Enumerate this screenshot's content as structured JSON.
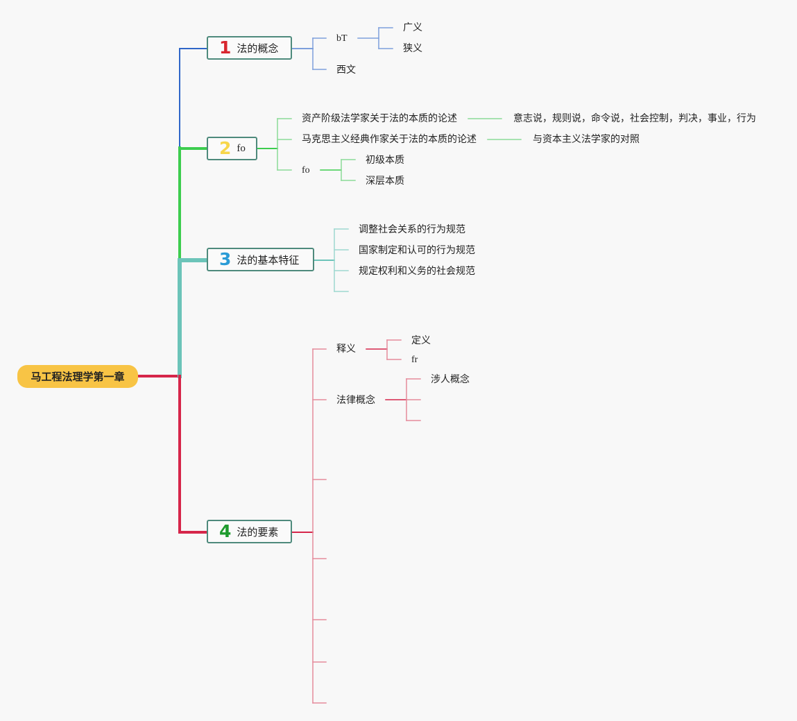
{
  "root": {
    "label": "马工程法理学第一章"
  },
  "topics": [
    {
      "num": "1",
      "num_color": "#d8262e",
      "label": "法的概念",
      "line_color": "#2f66c8",
      "branch_color": "#7d9fdc",
      "children": [
        {
          "label": "bT",
          "children": [
            {
              "label": "广义"
            },
            {
              "label": "狭义"
            }
          ]
        },
        {
          "label": "西文"
        }
      ]
    },
    {
      "num": "2",
      "num_color": "#f7d64a",
      "label": "fo",
      "line_color": "#3dcd4f",
      "branch_color": "#8bdb97",
      "children": [
        {
          "label": "资产阶级法学家关于法的本质的论述",
          "children": [
            {
              "label": "意志说，规则说，命令说，社会控制，判决，事业，行为"
            }
          ]
        },
        {
          "label": "马克思主义经典作家关于法的本质的论述",
          "children": [
            {
              "label": "与资本主义法学家的对照"
            }
          ]
        },
        {
          "label": "fo",
          "children": [
            {
              "label": "初级本质"
            },
            {
              "label": "深层本质"
            }
          ]
        }
      ]
    },
    {
      "num": "3",
      "num_color": "#2a9bd6",
      "label": "法的基本特征",
      "line_color": "#6cc4b9",
      "branch_color": "#9ed8d0",
      "children": [
        {
          "label": "调整社会关系的行为规范"
        },
        {
          "label": "国家制定和认可的行为规范"
        },
        {
          "label": "规定权利和义务的社会规范"
        },
        {
          "label": ""
        }
      ]
    },
    {
      "num": "4",
      "num_color": "#1e9b2e",
      "label": "法的要素",
      "line_color": "#d6264a",
      "branch_color": "#e58a9b",
      "children": [
        {
          "label": "释义",
          "children": [
            {
              "label": "定义"
            },
            {
              "label": "fr"
            }
          ]
        },
        {
          "label": "法律概念",
          "children": [
            {
              "label": "涉人概念"
            },
            {
              "label": ""
            },
            {
              "label": ""
            }
          ]
        },
        {
          "label": ""
        },
        {
          "label": ""
        },
        {
          "label": ""
        },
        {
          "label": ""
        },
        {
          "label": ""
        }
      ]
    }
  ]
}
